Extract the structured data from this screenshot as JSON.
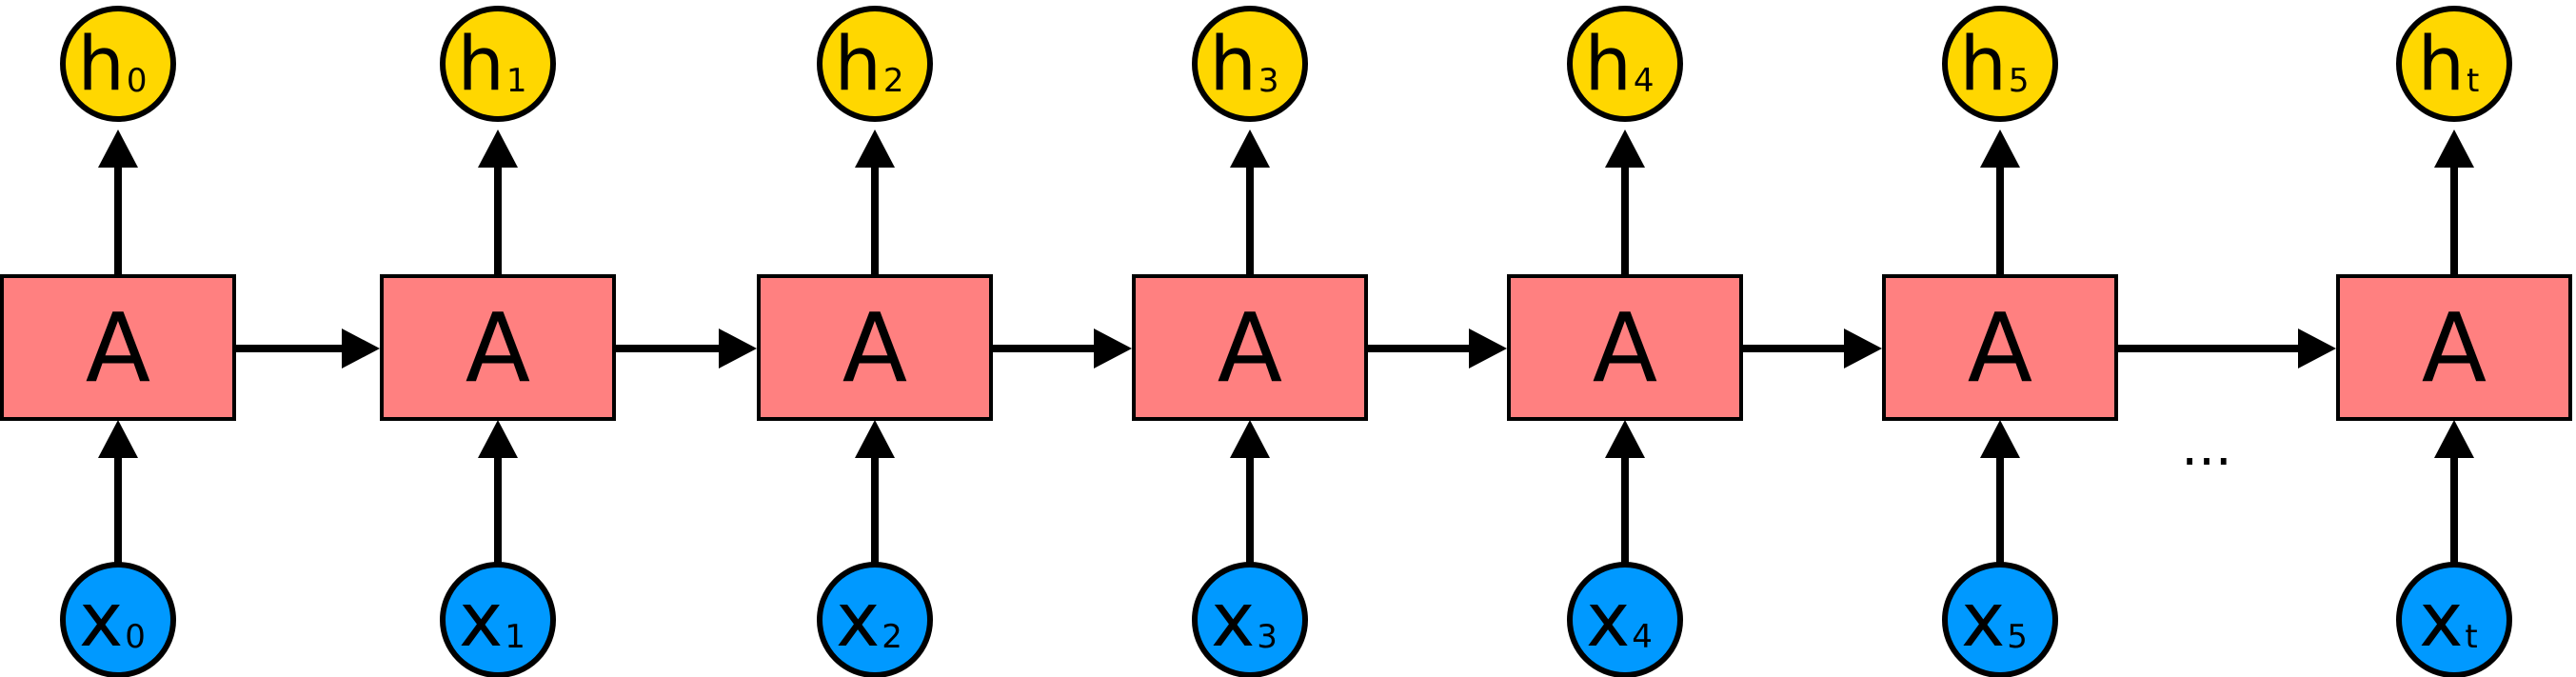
{
  "colors": {
    "cell_fill": "#FF8080",
    "output_fill": "#FFD700",
    "input_fill": "#0099FF",
    "stroke": "#000000"
  },
  "cell_label": "A",
  "ellipsis": "...",
  "steps": [
    {
      "h": "h",
      "h_sub": "0",
      "x": "x",
      "x_sub": "0"
    },
    {
      "h": "h",
      "h_sub": "1",
      "x": "x",
      "x_sub": "1"
    },
    {
      "h": "h",
      "h_sub": "2",
      "x": "x",
      "x_sub": "2"
    },
    {
      "h": "h",
      "h_sub": "3",
      "x": "x",
      "x_sub": "3"
    },
    {
      "h": "h",
      "h_sub": "4",
      "x": "x",
      "x_sub": "4"
    },
    {
      "h": "h",
      "h_sub": "5",
      "x": "x",
      "x_sub": "5"
    },
    {
      "h": "h",
      "h_sub": "t",
      "x": "x",
      "x_sub": "t"
    }
  ]
}
